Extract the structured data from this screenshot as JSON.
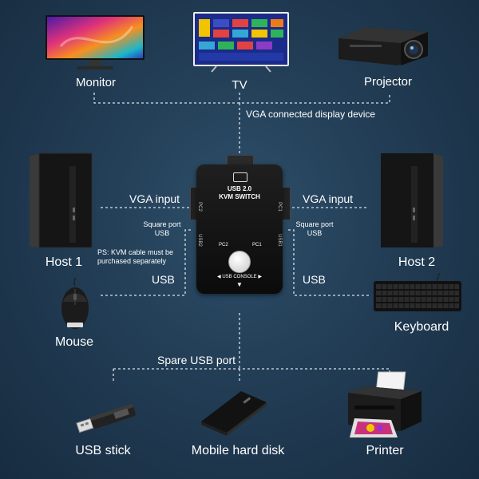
{
  "devices": {
    "monitor": "Monitor",
    "tv": "TV",
    "projector": "Projector",
    "host1": "Host 1",
    "host2": "Host 2",
    "mouse": "Mouse",
    "keyboard": "Keyboard",
    "usb_stick": "USB stick",
    "mobile_hdd": "Mobile hard disk",
    "printer": "Printer"
  },
  "connections": {
    "vga_display": "VGA connected display device",
    "vga_input_left": "VGA input",
    "vga_input_right": "VGA input",
    "square_usb_left": "Square port USB",
    "square_usb_right": "Square port USB",
    "usb_left": "USB",
    "usb_right": "USB",
    "spare_usb": "Spare USB port",
    "note": "PS: KVM cable must be purchased separately"
  },
  "switch": {
    "title_line1": "USB 2.0",
    "title_line2": "KVM SWITCH",
    "pc1": "PC1",
    "pc2": "PC2",
    "side_pc1": "PC1",
    "side_pc2": "PC2",
    "side_usb1": "USB1",
    "side_usb2": "USB2",
    "console": "USB CONSOLE"
  },
  "colors": {
    "background": "#223d55",
    "line": "#d8e2ea",
    "switch_body": "#141414"
  }
}
